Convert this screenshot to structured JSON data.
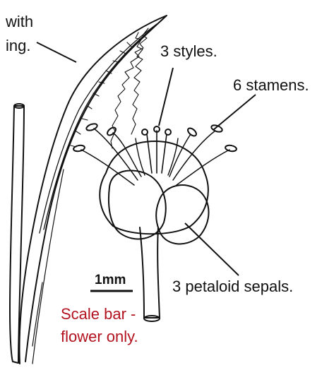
{
  "labels": {
    "bract_line1": "with",
    "bract_line2": "ing.",
    "styles": "3 styles.",
    "stamens": "6 stamens.",
    "sepals": "3 petaloid sepals.",
    "scale_bar": "1mm",
    "scale_note_line1": "Scale bar -",
    "scale_note_line2": "flower only."
  },
  "colors": {
    "ink": "#111111",
    "note_red": "#b3121f",
    "background": "#ffffff"
  }
}
